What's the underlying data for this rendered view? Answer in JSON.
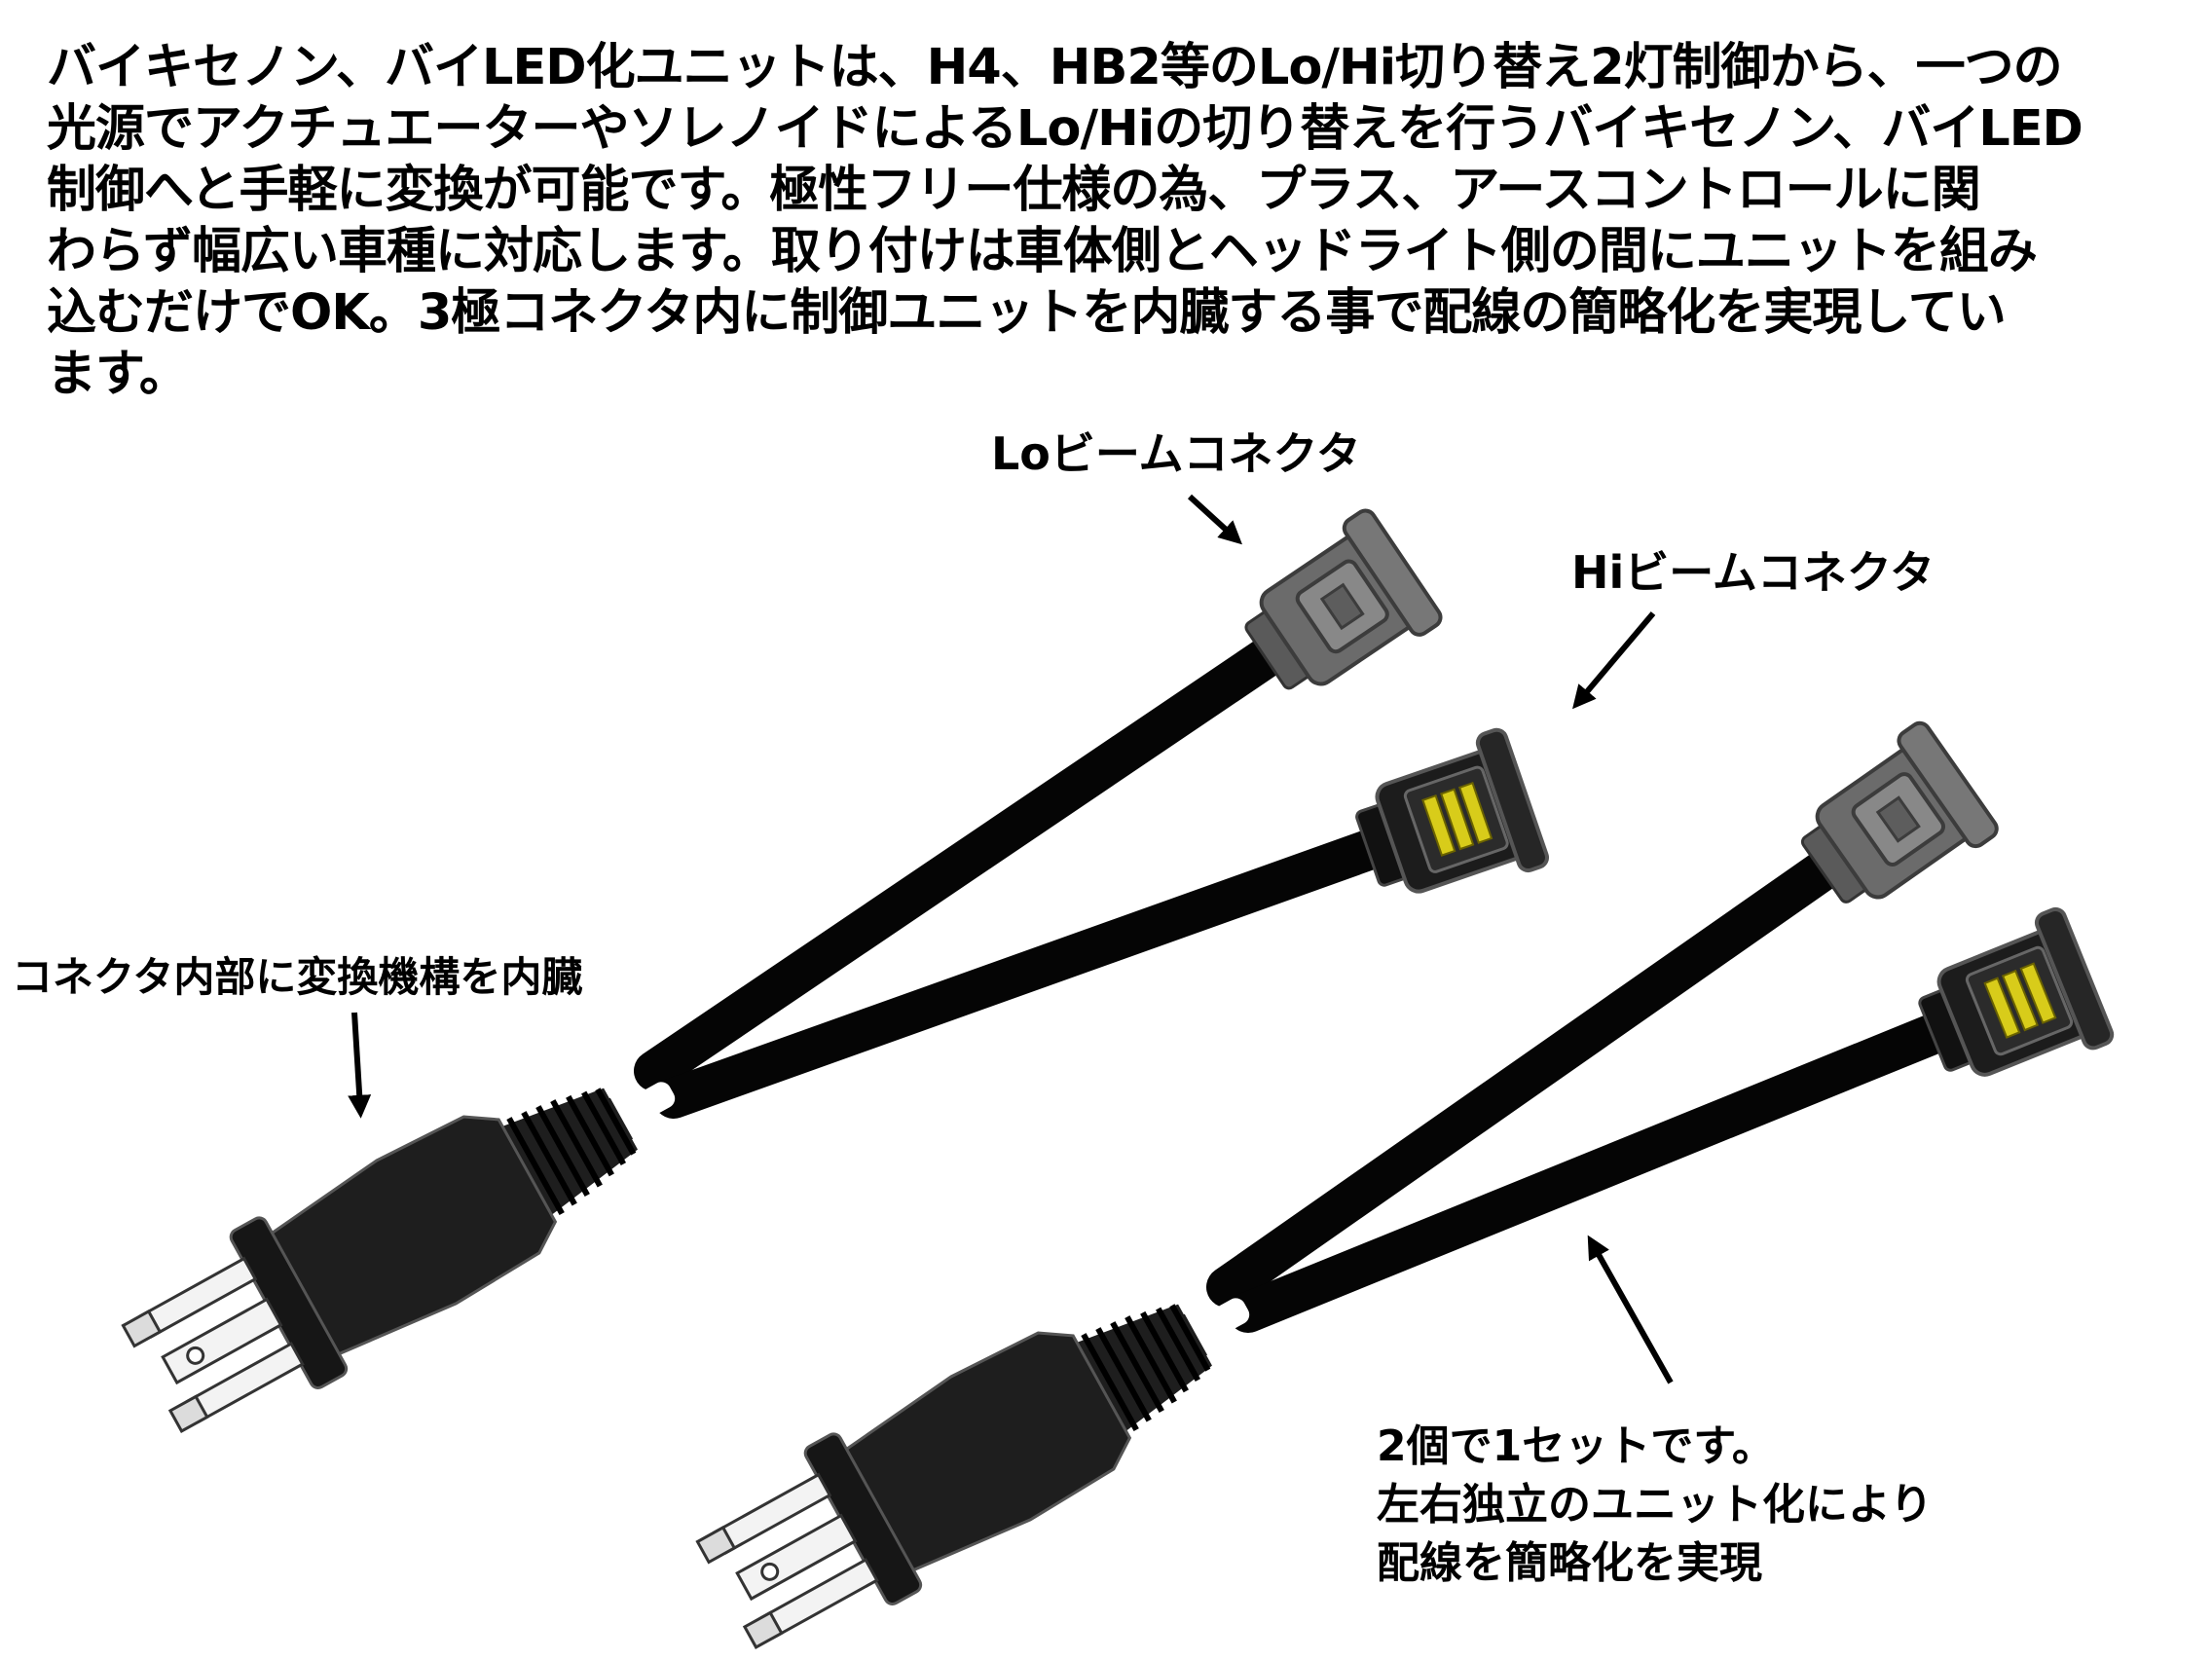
{
  "description": {
    "lines": [
      "バイキセノン、バイLED化ユニットは、H4、HB2等のLo/Hi切り替え2灯制御から、一つの",
      "光源でアクチュエーターやソレノイドによるLo/Hiの切り替えを行うバイキセノン、バイLED",
      "制御へと手軽に変換が可能です。極性フリー仕様の為、プラス、アースコントロールに関",
      "わらず幅広い車種に対応します。取り付けは車体側とヘッドライト側の間にユニットを組み",
      "込むだけでOK。3極コネクタ内に制御ユニットを内臓する事で配線の簡略化を実現してい",
      "ます。"
    ]
  },
  "labels": {
    "lo_connector": "Loビームコネクタ",
    "hi_connector": "Hiビームコネクタ",
    "internal_unit": "コネクタ内部に変換機構を内臓"
  },
  "note": {
    "lines": [
      "2個で1セットです。",
      "左右独立のユニット化により",
      "配線を簡略化を実現"
    ]
  },
  "colors": {
    "background": "#ffffff",
    "cable": "#050505",
    "lo_connector": "#6b6b6b",
    "hi_connector": "#1c1c1c",
    "hi_terminals": "#d8cc1a",
    "plug_body": "#1e1e1e",
    "blade": "#f3f3f3"
  }
}
